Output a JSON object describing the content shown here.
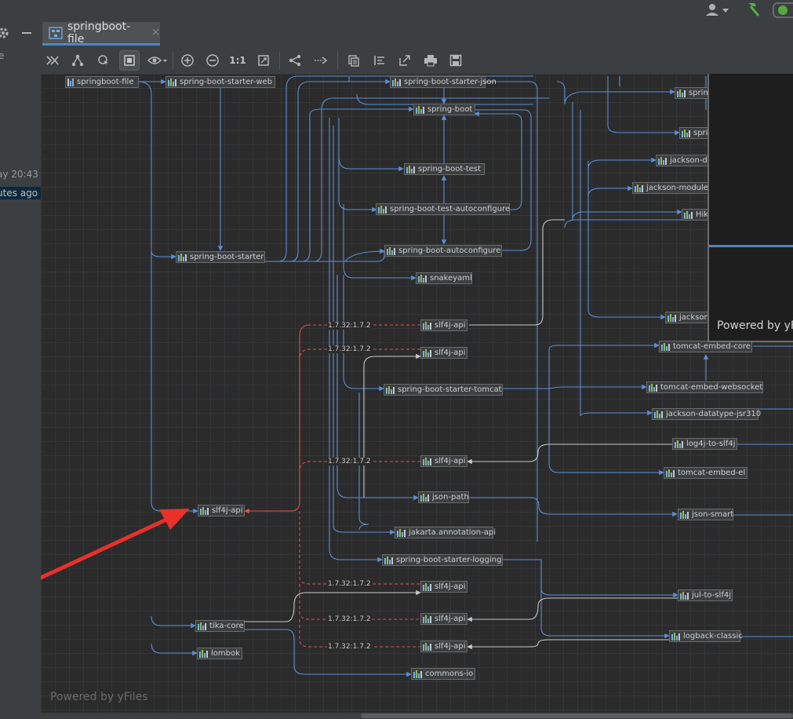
{
  "window": {
    "tab_title": "springboot-file",
    "close_glyph": "×"
  },
  "left_panel": {
    "snippet_top": "e",
    "snippet_date": "ay 20:43",
    "snippet_ago": "utes ago"
  },
  "toolbar": {
    "actual_size_label": "1:1"
  },
  "graph": {
    "edge_label": "1.7.32:1.7.2",
    "nodes": [
      {
        "id": "root",
        "label": "springboot-file"
      },
      {
        "id": "starter-web",
        "label": "spring-boot-starter-web"
      },
      {
        "id": "starter-json",
        "label": "spring-boot-starter-json"
      },
      {
        "id": "spring-boot",
        "label": "spring-boot"
      },
      {
        "id": "spring-right-1",
        "label": "sprin"
      },
      {
        "id": "spring-right-2",
        "label": "spri"
      },
      {
        "id": "jackson-da",
        "label": "jackson-da"
      },
      {
        "id": "jackson-module",
        "label": "jackson-module-p"
      },
      {
        "id": "hikari",
        "label": "Hik"
      },
      {
        "id": "spring-boot-test",
        "label": "spring-boot-test"
      },
      {
        "id": "test-autoconfigure",
        "label": "spring-boot-test-autoconfigure"
      },
      {
        "id": "starter",
        "label": "spring-boot-starter"
      },
      {
        "id": "autoconfigure",
        "label": "spring-boot-autoconfigure"
      },
      {
        "id": "snakeyaml",
        "label": "snakeyaml"
      },
      {
        "id": "slf4j-1",
        "label": "slf4j-api"
      },
      {
        "id": "jackson-right",
        "label": "jackson-"
      },
      {
        "id": "slf4j-2",
        "label": "slf4j-api"
      },
      {
        "id": "tomcat-core",
        "label": "tomcat-embed-core"
      },
      {
        "id": "starter-tomcat",
        "label": "spring-boot-starter-tomcat"
      },
      {
        "id": "websocket",
        "label": "tomcat-embed-websocket"
      },
      {
        "id": "jsr310",
        "label": "jackson-datatype-jsr310"
      },
      {
        "id": "log4j",
        "label": "log4j-to-slf4j"
      },
      {
        "id": "slf4j-3",
        "label": "slf4j-api"
      },
      {
        "id": "tomcat-el",
        "label": "tomcat-embed-el"
      },
      {
        "id": "slf4j-main",
        "label": "slf4j-api"
      },
      {
        "id": "json-path",
        "label": "json-path"
      },
      {
        "id": "json-smart",
        "label": "json-smart"
      },
      {
        "id": "jakarta",
        "label": "jakarta.annotation-api"
      },
      {
        "id": "starter-logging",
        "label": "spring-boot-starter-logging"
      },
      {
        "id": "slf4j-4",
        "label": "slf4j-api"
      },
      {
        "id": "jul",
        "label": "jul-to-slf4j"
      },
      {
        "id": "tika",
        "label": "tika-core"
      },
      {
        "id": "slf4j-5",
        "label": "slf4j-api"
      },
      {
        "id": "logback",
        "label": "logback-classic"
      },
      {
        "id": "lombok",
        "label": "lombok"
      },
      {
        "id": "slf4j-6",
        "label": "slf4j-api"
      },
      {
        "id": "commons-io",
        "label": "commons-io"
      }
    ]
  },
  "overview": {
    "powered": "Powered by yF"
  },
  "canvas": {
    "powered": "Powered by yFiles"
  },
  "icons": {
    "toolbar": [
      "collapse-icon",
      "layout-icon",
      "select-icon",
      "fit-content-icon",
      "eye-icon",
      "zoom-in-icon",
      "zoom-out-icon",
      "actual-size-icon",
      "fit-screen-icon",
      "share-icon",
      "arrow-right-icon",
      "copy-icon",
      "align-icon",
      "export-icon",
      "print-icon",
      "save-icon"
    ],
    "top": [
      "user-icon",
      "hammer-icon",
      "run-icon"
    ]
  },
  "colors": {
    "edge_default": "#5b8fd6",
    "edge_conflict": "#d9534f",
    "edge_highlight": "#c8c8c8",
    "annotation_arrow": "#e8312a",
    "node_bg": "#3c3f41",
    "tab_underline": "#4a88c7"
  }
}
